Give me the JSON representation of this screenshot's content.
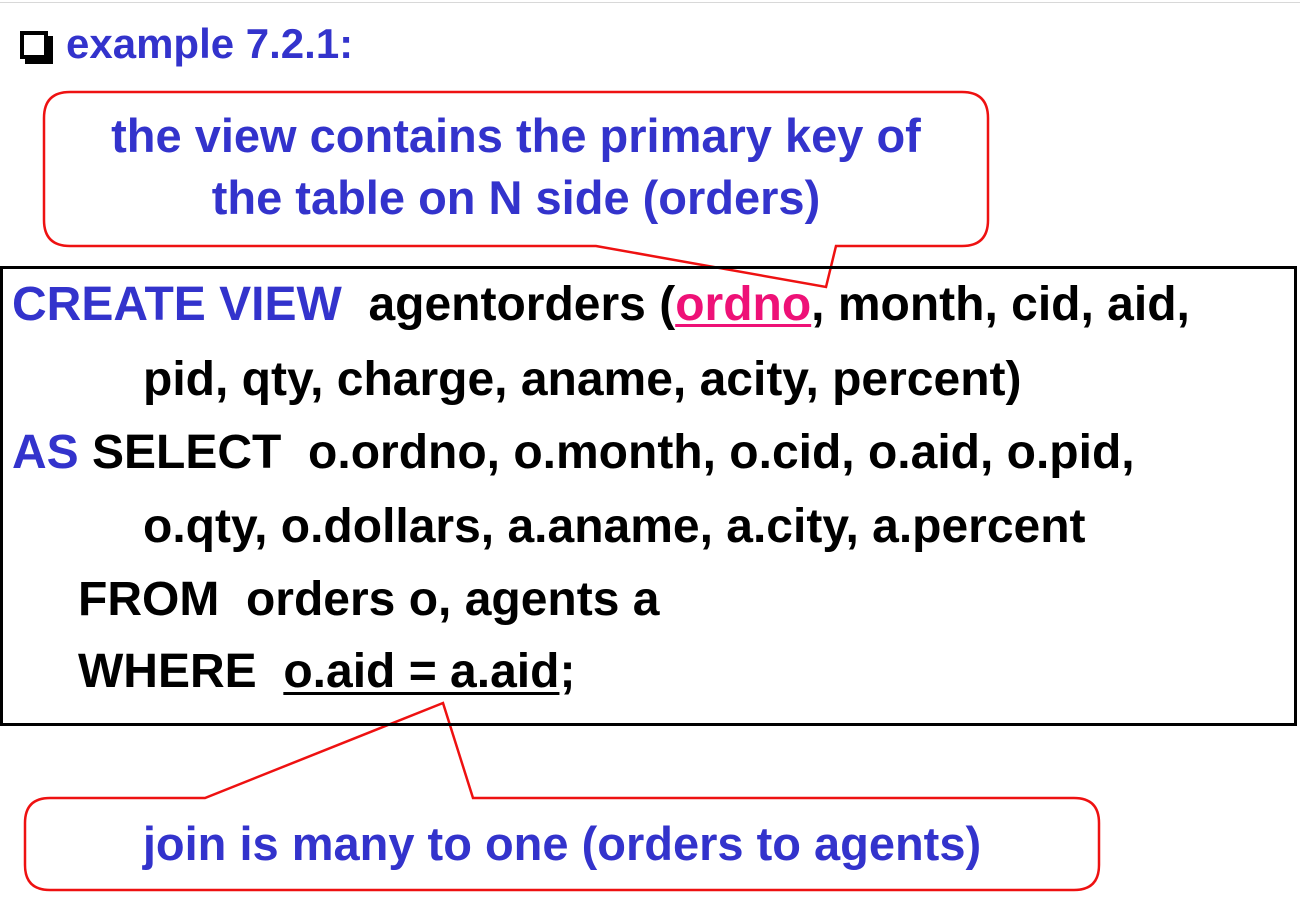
{
  "slide": {
    "heading": "example 7.2.1:",
    "icon": "checkbox-icon",
    "colors": {
      "keyword": "#3333cc",
      "highlight": "#ee1177",
      "callout_border": "#ee1111",
      "text": "#000000"
    }
  },
  "callout_top": {
    "line1": "the view contains the primary key of",
    "line2": "the table on N side (orders)"
  },
  "code": {
    "line1": {
      "kw": "CREATE VIEW",
      "pre": "  agentorders (",
      "hl": "ordno",
      "post": ", month, cid, aid,"
    },
    "line2": "pid, qty, charge, aname, acity, percent)",
    "line3": {
      "kw": "AS",
      "kw2": " SELECT",
      "rest": "  o.ordno, o.month, o.cid, o.aid, o.pid,"
    },
    "line4": "o.qty, o.dollars, a.aname, a.city, a.percent",
    "line5": {
      "kw": "FROM",
      "rest": "  orders o, agents a"
    },
    "line6": {
      "kw": "WHERE",
      "sp": "  ",
      "cond": "o.aid = a.aid",
      "end": ";"
    }
  },
  "callout_bottom": {
    "text": "join is many to one (orders to agents)"
  }
}
